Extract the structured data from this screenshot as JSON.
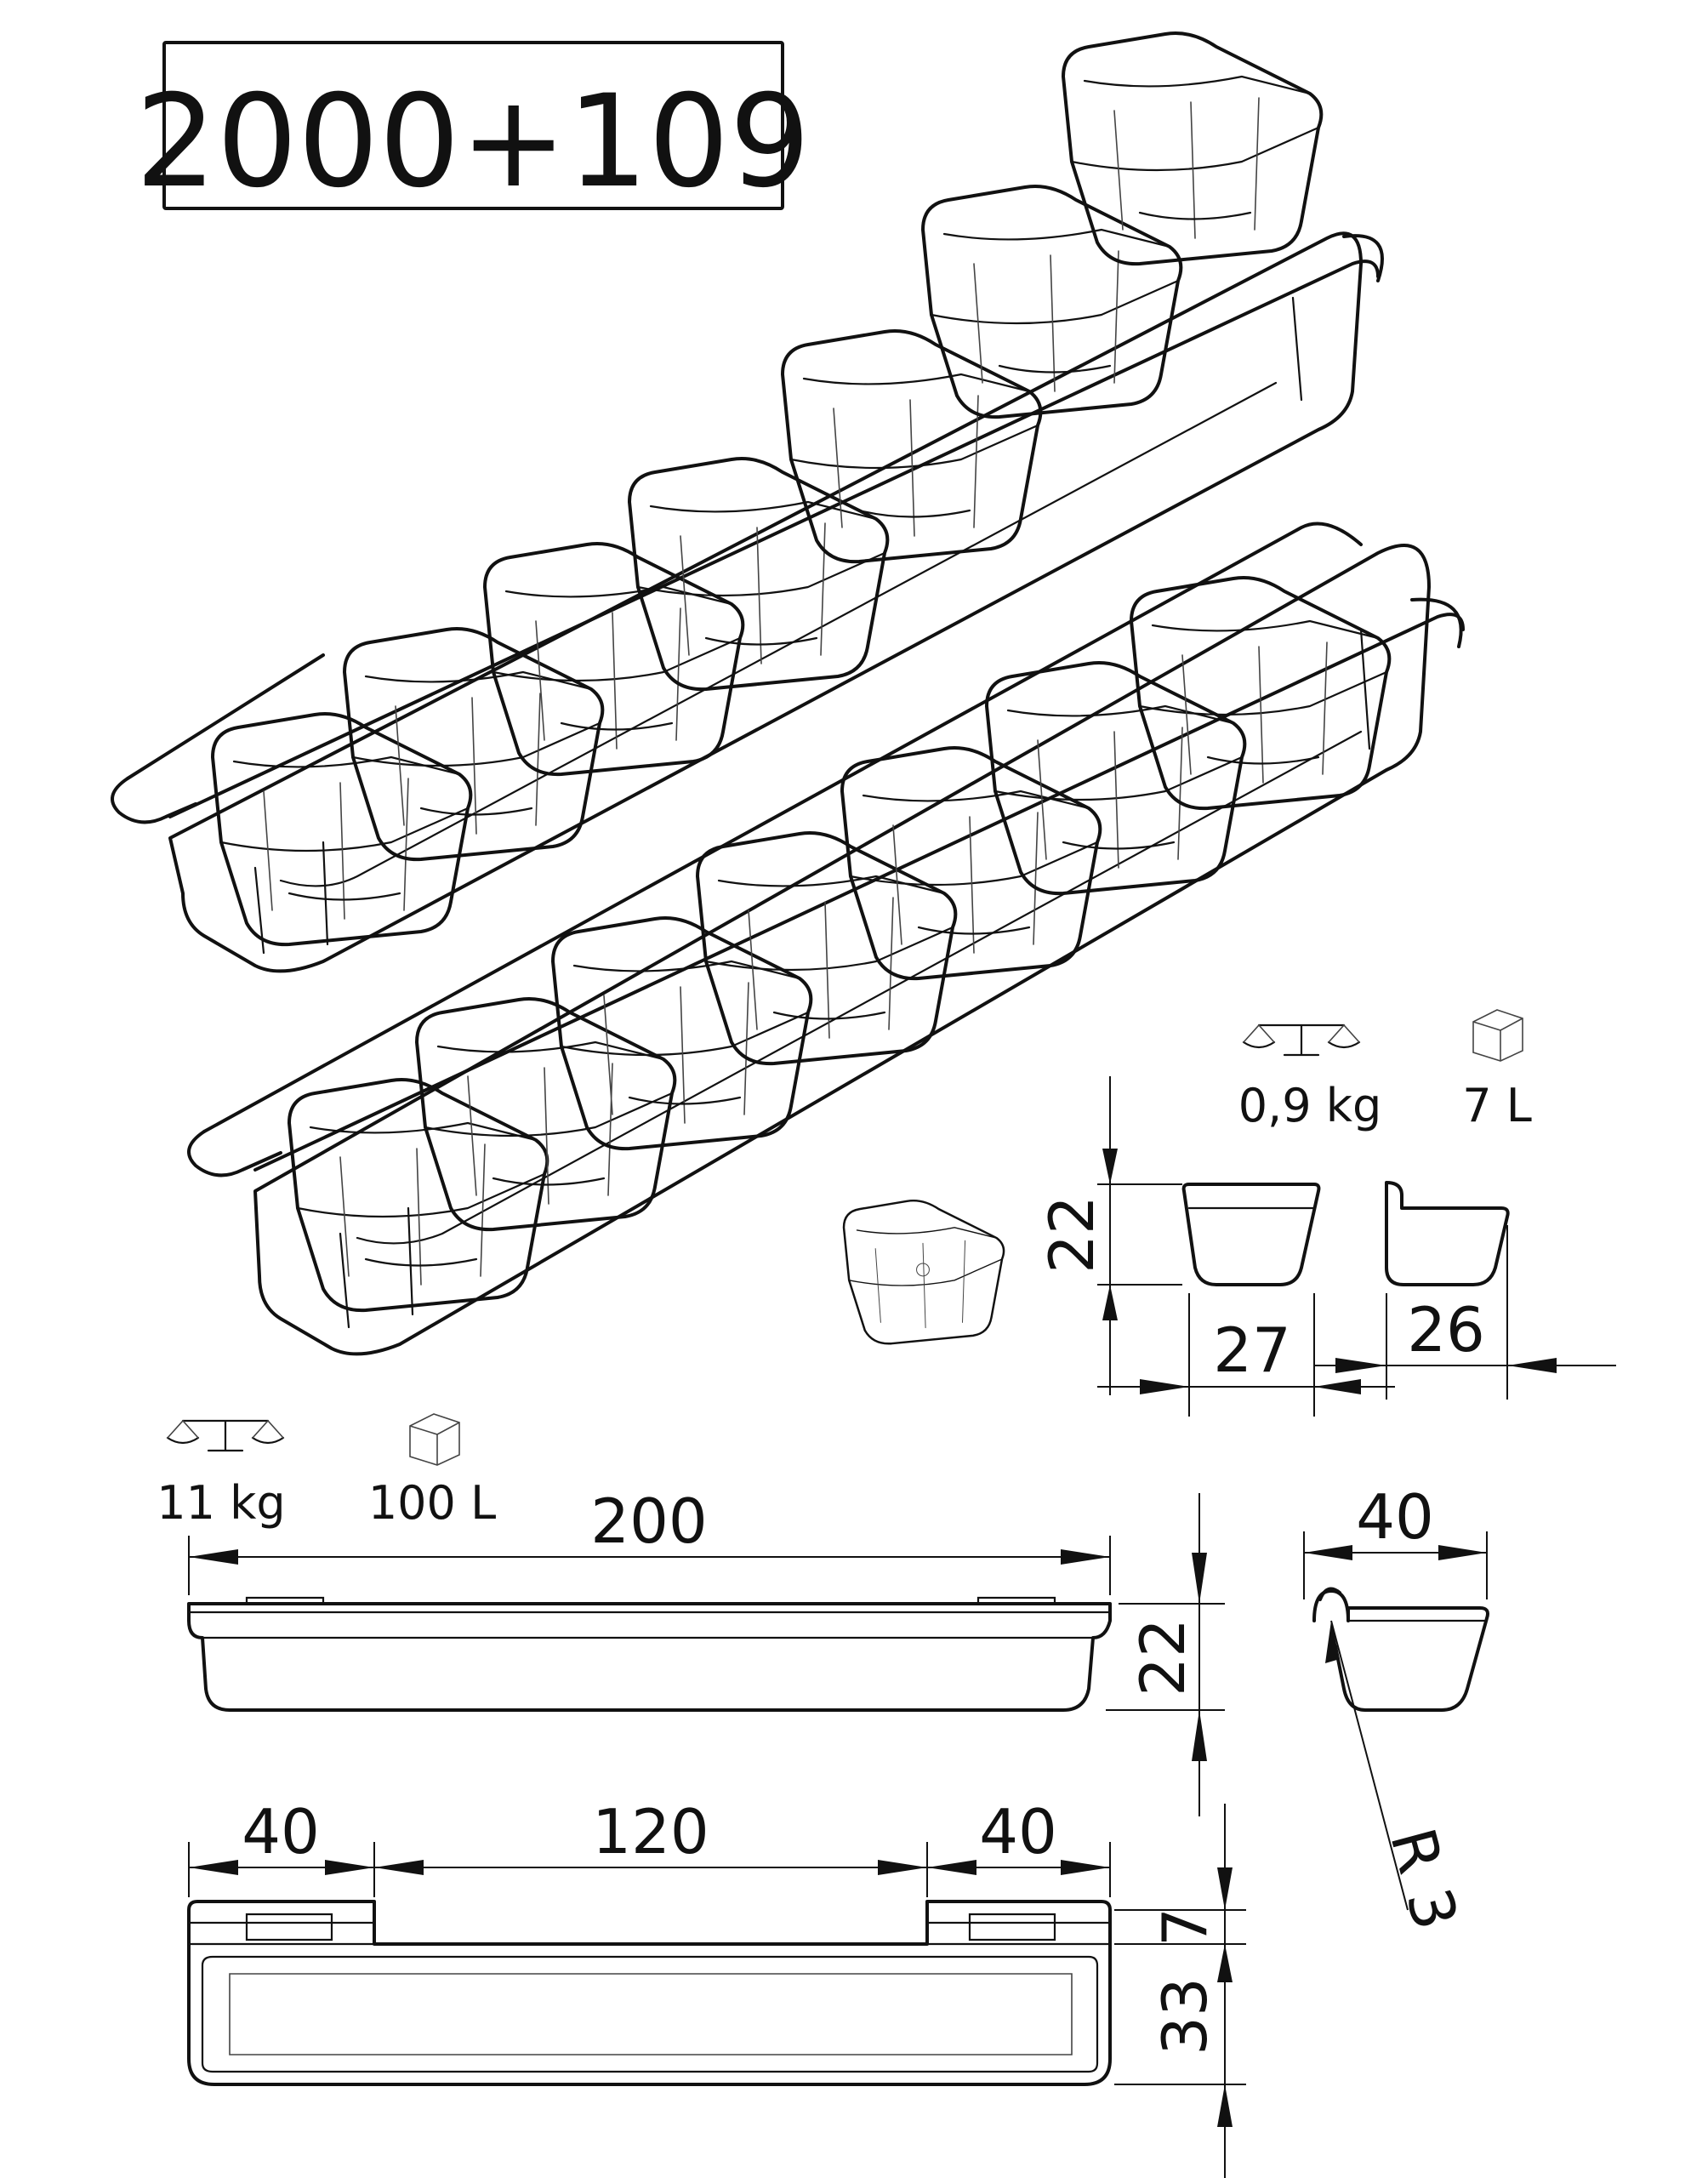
{
  "title": "2000+109",
  "set_specs": {
    "weight": "11 kg",
    "volume": "100 L",
    "weight_icon": "scale-icon",
    "volume_icon": "cube-icon"
  },
  "insert_specs": {
    "weight": "0,9 kg",
    "volume": "7 L",
    "weight_icon": "scale-icon",
    "volume_icon": "cube-icon"
  },
  "insert_dims": {
    "height": "22",
    "width_front": "27",
    "width_side": "26"
  },
  "tray_side_dims": {
    "length": "200",
    "height": "22"
  },
  "tray_end_dims": {
    "width": "40",
    "radius": "R 3"
  },
  "tray_top_dims": {
    "left": "40",
    "middle": "120",
    "right": "40",
    "rim": "7",
    "depth": "33"
  }
}
